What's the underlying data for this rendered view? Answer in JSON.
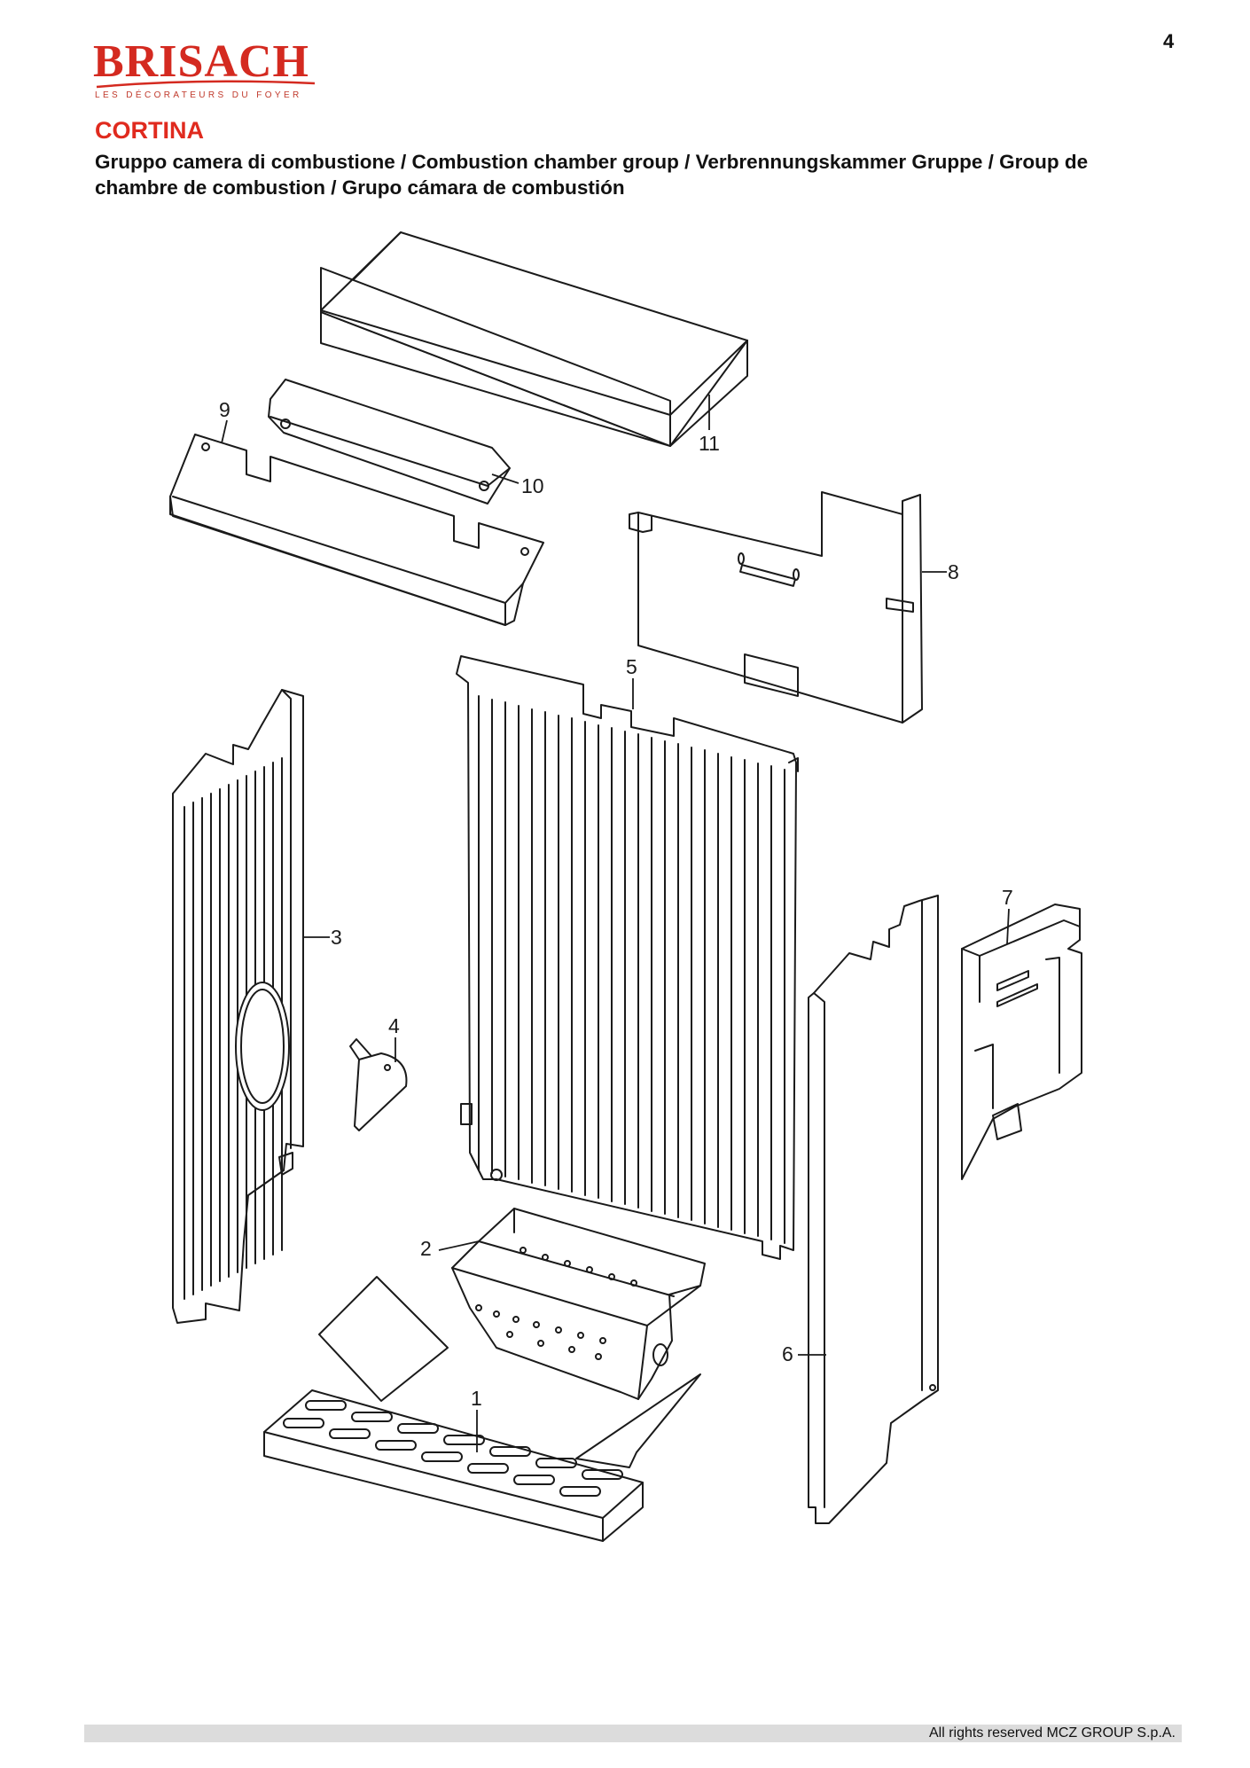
{
  "page_number": "4",
  "logo": {
    "brand": "BRISACH",
    "tagline": "LES DÉCORATEURS DU FOYER",
    "brand_color": "#d42a20"
  },
  "model_title": "CORTINA",
  "subtitle": "Gruppo camera di combustione / Combustion chamber group / Verbrennungskammer Gruppe / Group de chambre de combustion / Grupo cámara de combustión",
  "colors": {
    "title_red": "#e02a1e",
    "line": "#1a1a1a",
    "footer_bar": "#dcdcdc"
  },
  "callouts": [
    "1",
    "2",
    "3",
    "4",
    "5",
    "6",
    "7",
    "8",
    "9",
    "10",
    "11"
  ],
  "footer": "All rights reserved MCZ GROUP S.p.A."
}
